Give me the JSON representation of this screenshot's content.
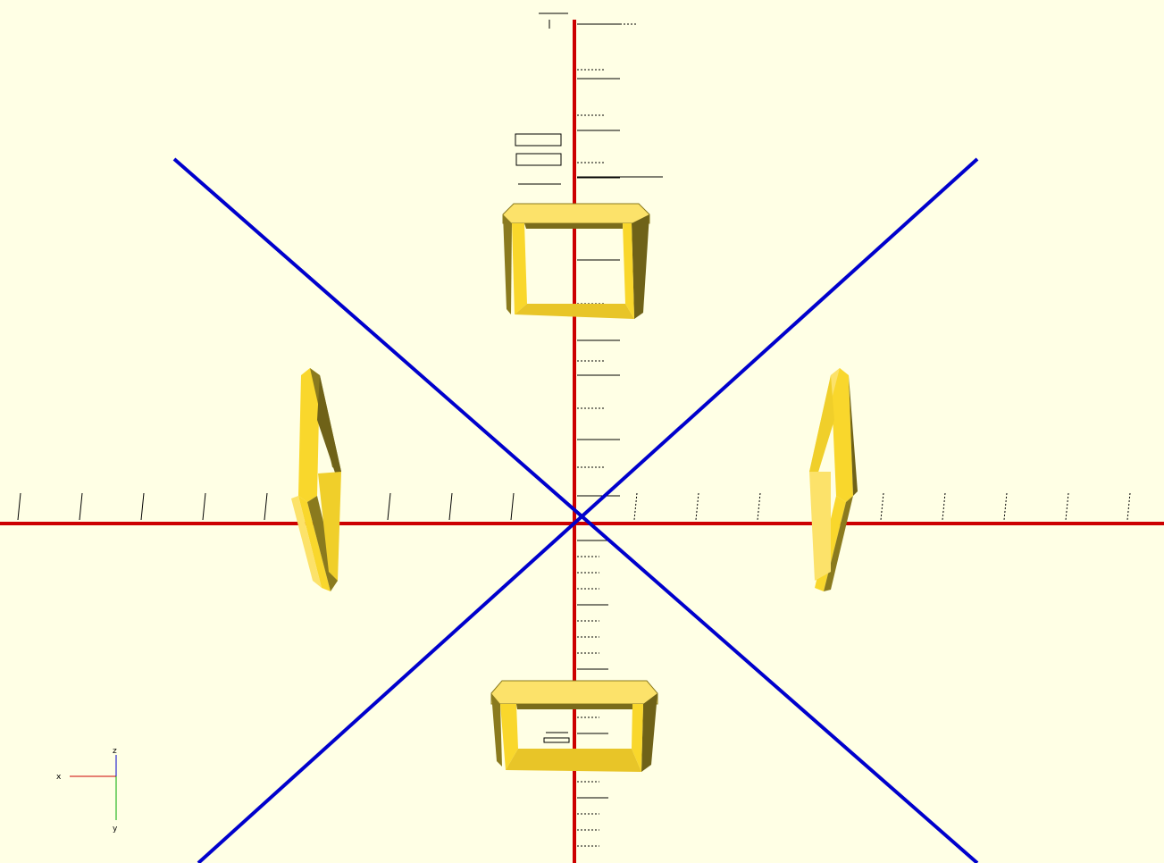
{
  "viewport": {
    "background_color": "#FFFFE5",
    "x_axis_color": "#CC0000",
    "y_axis_color": "#0000CC",
    "model_color": "#F9D72C",
    "model_shade_color": "#8A7A1E",
    "tick_color": "#000000"
  },
  "objects": [
    {
      "name": "top-frame",
      "shape": "rounded-rectangle-frame"
    },
    {
      "name": "left-frame",
      "shape": "rounded-rectangle-frame"
    },
    {
      "name": "right-frame",
      "shape": "rounded-rectangle-frame"
    },
    {
      "name": "bottom-frame",
      "shape": "rounded-rectangle-frame"
    }
  ],
  "axes_indicator": {
    "x_label": "x",
    "y_label": "y",
    "z_label": "z",
    "x_color": "#CC0000",
    "y_color": "#00AA00",
    "z_color": "#0000CC"
  }
}
